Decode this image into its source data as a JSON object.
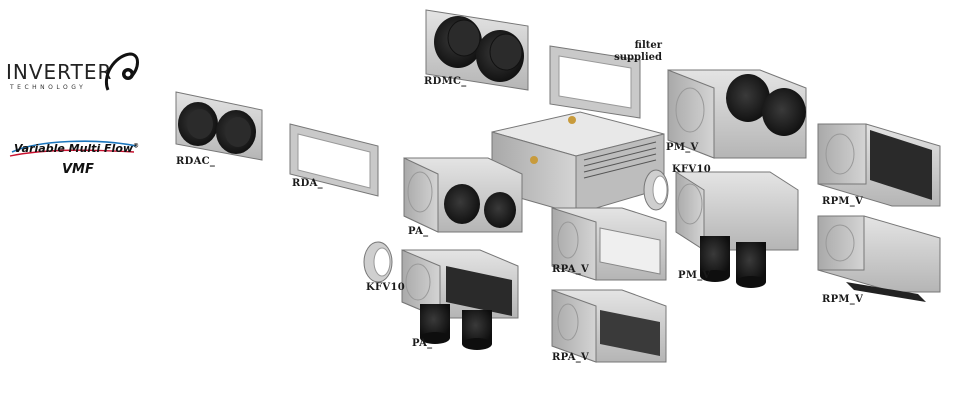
{
  "logos": {
    "inverter_word": "INVERTER",
    "inverter_sub": "TECHNOLOGY",
    "vmf_word": "Variable Multi Flow",
    "vmf_abbr": "VMF",
    "vmf_mark": "®"
  },
  "note": {
    "line1": "filter",
    "line2": "supplied"
  },
  "labels": {
    "rdmc": "RDMC_",
    "rdac": "RDAC_",
    "rda": "RDA_",
    "pa_top": "PA_",
    "pa_bottom": "PA_",
    "kfv10_left": "KFV10",
    "kfv10_right": "KFV10",
    "rpa_v_top": "RPA_V",
    "rpa_v_bottom": "RPA_V",
    "pm_v_top": "PM_V",
    "pm_v_bottom": "PM_V",
    "rpm_v_top": "RPM_V",
    "rpm_v_bottom": "RPM_V"
  },
  "colors": {
    "panel_light": "#d9d9d9",
    "panel_mid": "#b7b7b7",
    "panel_dark": "#8d8d8d",
    "duct_black": "#1e1e1e",
    "vmf_red": "#c8102e",
    "vmf_blue": "#1b75bc"
  },
  "icons": [
    "inverter-logo-icon",
    "vmf-logo-icon"
  ]
}
